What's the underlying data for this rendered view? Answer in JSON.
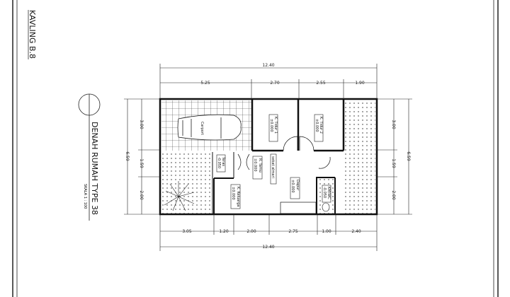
{
  "sheet": {
    "kavling": "KAVLING B.8",
    "title": "DENAH RUMAH TYPE 38",
    "scale": "SKALA   1 : 100"
  },
  "dimensions": {
    "top_total": "12.40",
    "top_segments": [
      "5.25",
      "2.70",
      "2.55",
      "1.90"
    ],
    "bottom_segments": [
      "3.05",
      "1.20",
      "2.00",
      "2.75",
      "1.00",
      "2.40"
    ],
    "bottom_total": "12.40",
    "left_segments": [
      "3.00",
      "1.59",
      "2.00"
    ],
    "left_total": "6.59",
    "right_segments": [
      "3.00",
      "1.59",
      "2.00"
    ],
    "right_total": "6.59"
  },
  "rooms": {
    "carport": "Carport",
    "bed1_name": "K. Tidur 1",
    "bed1_level": "±0.000",
    "bed2_name": "K. Tidur 2",
    "bed2_level": "±0.000",
    "teras_name": "Teras",
    "teras_level": "-0.050",
    "tamu_name": "R. Tamu",
    "tamu_level": "±0.000",
    "sekat": "sekat almari",
    "keluarga_name": "K. Keluarga",
    "keluarga_level": "±0.000",
    "dapur_name": "Dapur",
    "dapur_level": "±0.000",
    "kmwc_name": "KM/WC",
    "kmwc_level": "-0.050"
  }
}
